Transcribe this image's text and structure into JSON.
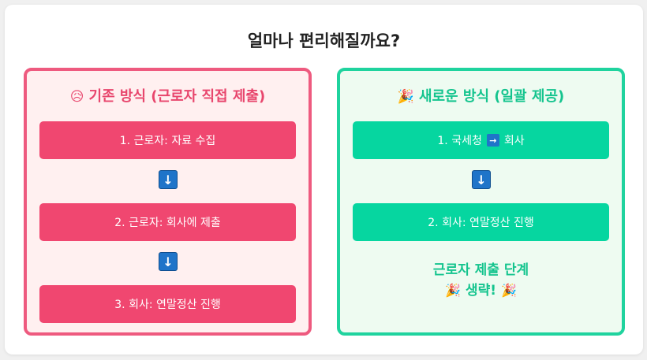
{
  "title": "얼마나 편리해질까요?",
  "old_method": {
    "icon": "sad-face-icon",
    "icon_glyph": "😥",
    "title": "기존 방식 (근로자 직접 제출)",
    "steps": [
      "1. 근로자: 자료 수집",
      "2. 근로자: 회사에 제출",
      "3. 회사: 연말정산 진행"
    ],
    "arrow_glyph": "↓",
    "color": "#f04770"
  },
  "new_method": {
    "icon": "party-popper-icon",
    "icon_glyph": "🎉",
    "title": "새로운 방식 (일괄 제공)",
    "steps": [
      {
        "from": "1. 국세청",
        "arrow": "→",
        "to": "회사"
      },
      "2. 회사: 연말정산 진행"
    ],
    "arrow_glyph": "↓",
    "note_line1": "근로자 제출 단계",
    "note_line2": "생략!",
    "color": "#06d6a0"
  }
}
